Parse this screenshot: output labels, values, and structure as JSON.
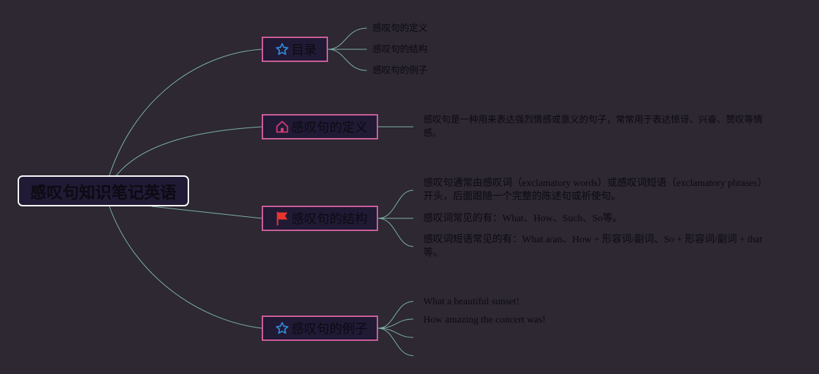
{
  "root": {
    "label": "感叹句知识笔记英语"
  },
  "branches": [
    {
      "label": "目录",
      "icon": "star-icon",
      "leaves": [
        "感叹句的定义",
        "感叹句的结构",
        "感叹句的例子"
      ]
    },
    {
      "label": "感叹句的定义",
      "icon": "house-icon",
      "leaves": [
        "感叹句是一种用来表达强烈情感或意义的句子，常常用于表达惊讶、兴奋、赞叹等情感。"
      ]
    },
    {
      "label": "感叹句的结构",
      "icon": "flag-icon",
      "leaves": [
        "感叹句通常由感叹词（exclamatory words）或感叹词短语（exclamatory phrases）开头，后面跟随一个完整的陈述句或祈使句。",
        "感叹词常见的有：What、How、Such、So等。",
        "感叹词短语常见的有：What a/an、How + 形容词/副词、So + 形容词/副词 + that等。"
      ]
    },
    {
      "label": "感叹句的例子",
      "icon": "star-icon",
      "leaves": [
        "What a beautiful sunset!",
        "How amazing the concert was!"
      ]
    }
  ],
  "colors": {
    "background": "#2d2832",
    "node_fill": "#211a35",
    "branch_border": "#cf5f9b",
    "root_border": "#ffffff",
    "connector": "#7fb3ae",
    "star_icon": "#2f8fe0",
    "house_icon": "#d43a78",
    "flag_icon": "#e8352e"
  }
}
